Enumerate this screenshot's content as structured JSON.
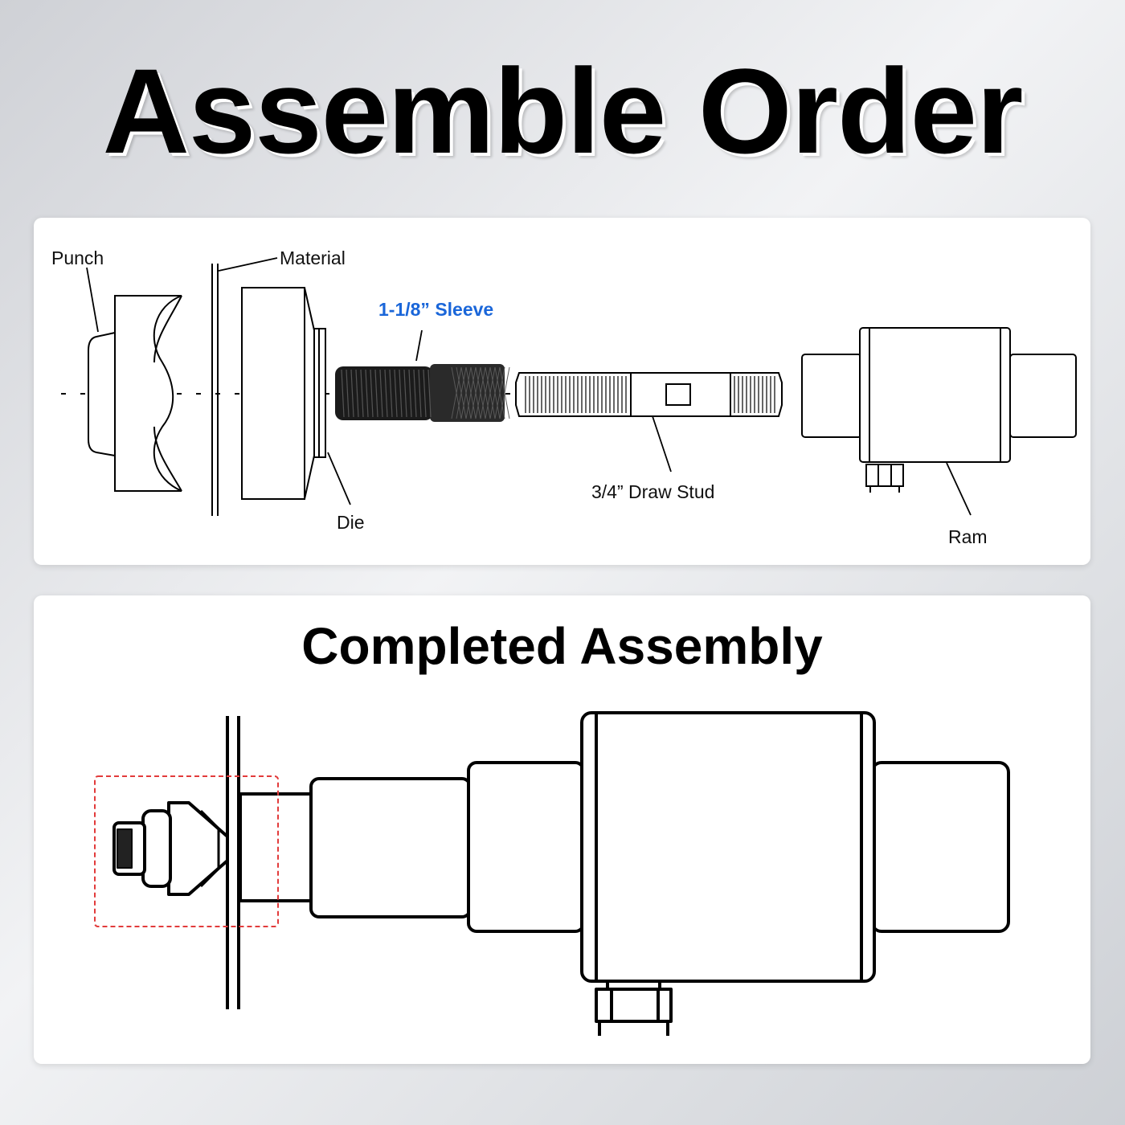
{
  "title": "Assemble Order",
  "exploded_view": {
    "labels": {
      "punch": "Punch",
      "material": "Material",
      "sleeve": "1-1/8” Sleeve",
      "die": "Die",
      "draw_stud": "3/4” Draw Stud",
      "ram": "Ram"
    }
  },
  "completed_view": {
    "title": "Completed Assembly"
  },
  "colors": {
    "sleeve_label": "#1a66d9",
    "highlight_box": "#e23b3b",
    "line": "#000000"
  }
}
